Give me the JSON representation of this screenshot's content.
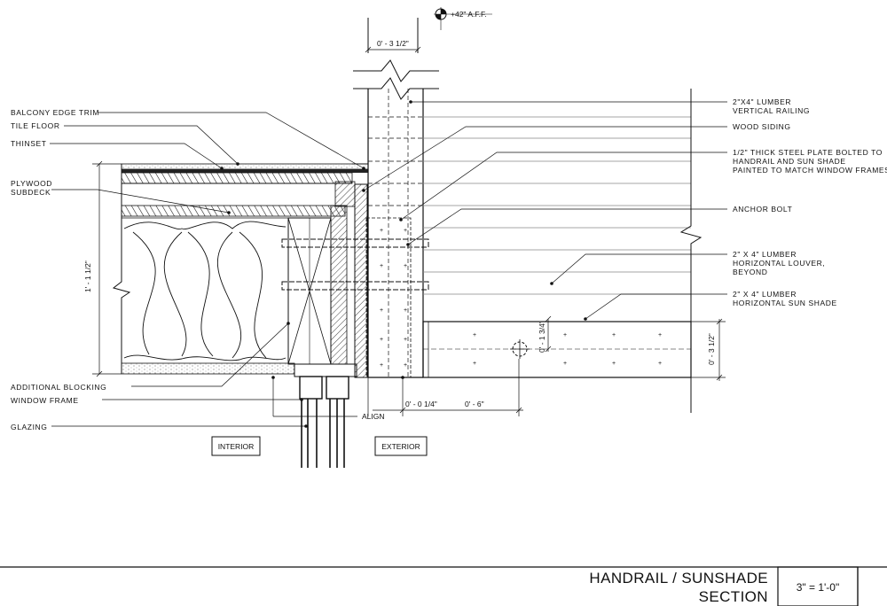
{
  "elevation_mark": "+42\" A.F.F.",
  "labels_left": [
    {
      "id": "balcony-edge-trim",
      "text": "BALCONY EDGE TRIM"
    },
    {
      "id": "tile-floor",
      "text": "TILE FLOOR"
    },
    {
      "id": "thinset",
      "text": "THINSET"
    },
    {
      "id": "plywood-subdeck-1",
      "text": "PLYWOOD"
    },
    {
      "id": "plywood-subdeck-2",
      "text": "SUBDECK"
    },
    {
      "id": "additional-blocking",
      "text": "ADDITIONAL BLOCKING"
    },
    {
      "id": "window-frame",
      "text": "WINDOW FRAME"
    },
    {
      "id": "glazing",
      "text": "GLAZING"
    }
  ],
  "labels_right": [
    {
      "id": "vertical-railing-1",
      "text": "2\"X4\" LUMBER"
    },
    {
      "id": "vertical-railing-2",
      "text": "VERTICAL RAILING"
    },
    {
      "id": "wood-siding",
      "text": "WOOD SIDING"
    },
    {
      "id": "steel-plate-1",
      "text": "1/2\" THICK STEEL PLATE BOLTED TO"
    },
    {
      "id": "steel-plate-2",
      "text": "HANDRAIL AND SUN SHADE"
    },
    {
      "id": "steel-plate-3",
      "text": "PAINTED TO MATCH WINDOW FRAMES"
    },
    {
      "id": "anchor-bolt",
      "text": "ANCHOR BOLT"
    },
    {
      "id": "louver-1",
      "text": "2\" X 4\" LUMBER"
    },
    {
      "id": "louver-2",
      "text": "HORIZONTAL LOUVER,"
    },
    {
      "id": "louver-3",
      "text": "BEYOND"
    },
    {
      "id": "sunshade-1",
      "text": "2\" X 4\" LUMBER"
    },
    {
      "id": "sunshade-2",
      "text": "HORIZONTAL SUN SHADE"
    }
  ],
  "dimensions": {
    "railing_width": "0' - 3 1/2\"",
    "floor_height": "1' - 1 1/2\"",
    "offset": "0' - 0 1/4\"",
    "projection": "0' - 6\"",
    "bolt_offset": "0' - 1 3/4\"",
    "shade_depth": "0' - 3 1/2\""
  },
  "align_note": "ALIGN",
  "zones": {
    "interior": "INTERIOR",
    "exterior": "EXTERIOR"
  },
  "title_block": {
    "title_line1": "HANDRAIL / SUNSHADE",
    "title_line2": "SECTION",
    "scale": "3\" = 1'-0\""
  }
}
